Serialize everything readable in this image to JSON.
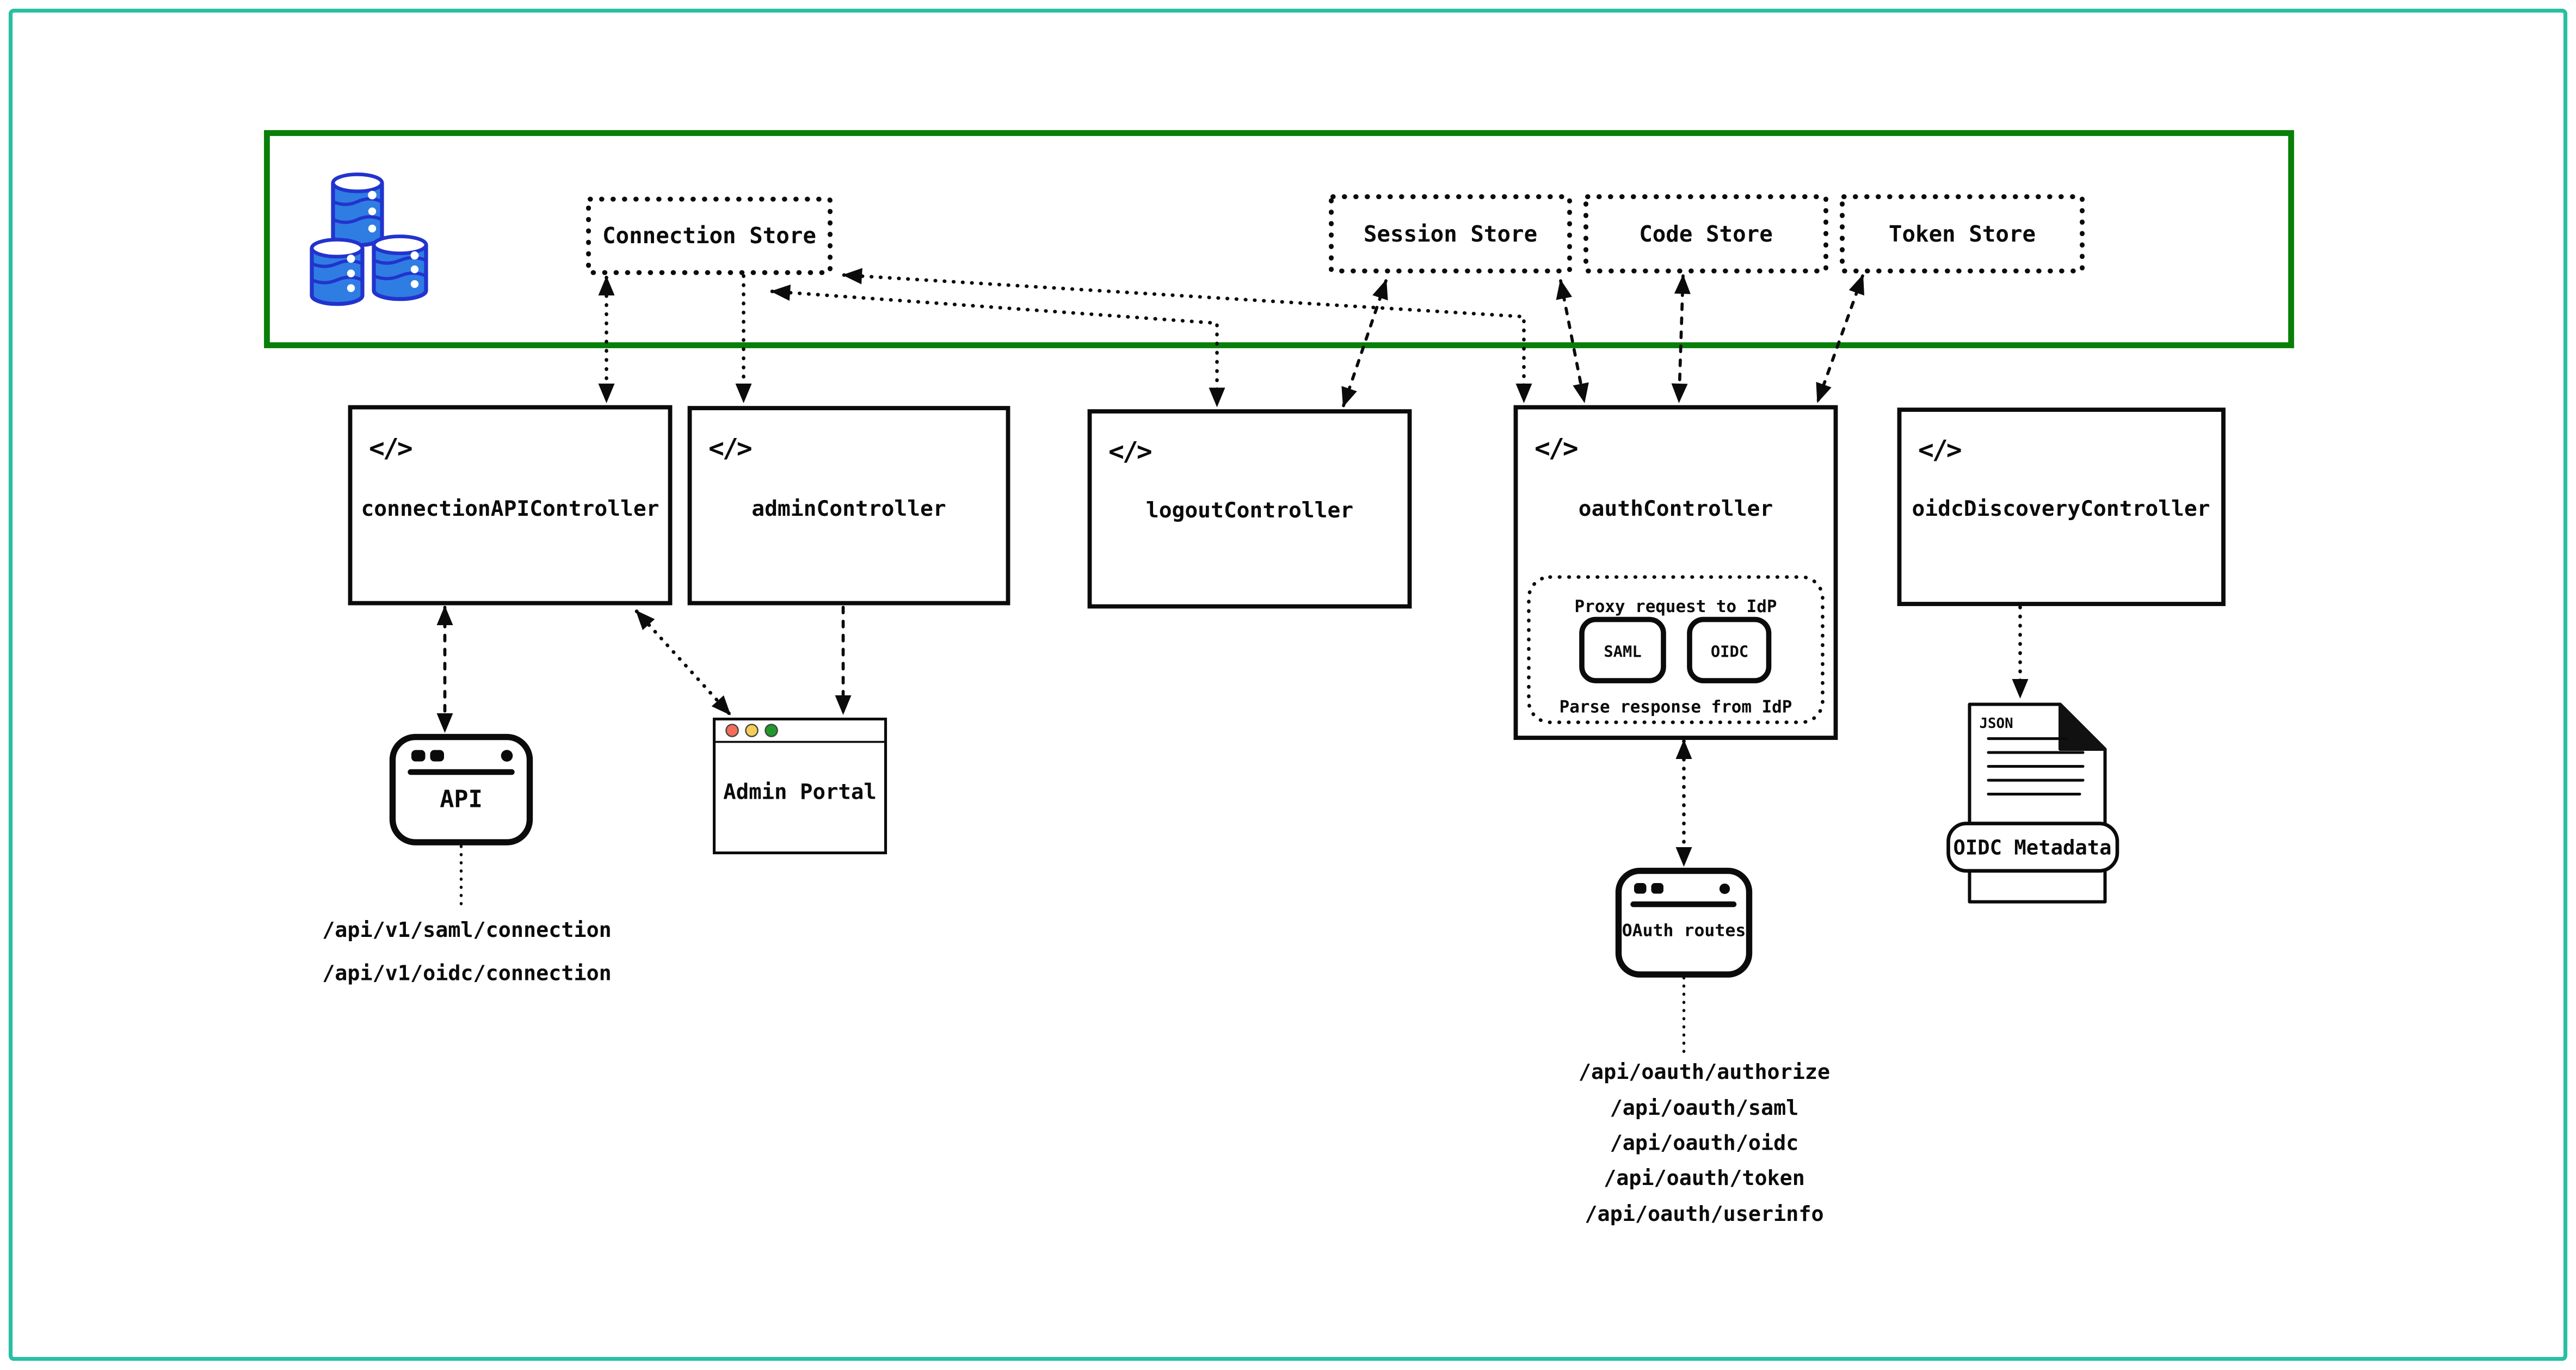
{
  "colors": {
    "outer_border": "#29bfa4",
    "zone_border": "#087f08",
    "db_fill": "#2f7de3",
    "db_stroke": "#2233ce",
    "traffic_red": "#f56c5b",
    "traffic_yellow": "#f5ce58",
    "traffic_green": "#1f9929",
    "line": "#0b0b0b"
  },
  "icons": {
    "code_glyph": "</>",
    "database": "database-cylinders",
    "browser_window": "browser-window",
    "json_document": "json-document"
  },
  "stores": {
    "connection": {
      "label": "Connection Store"
    },
    "session": {
      "label": "Session Store"
    },
    "code": {
      "label": "Code Store"
    },
    "token": {
      "label": "Token Store"
    }
  },
  "controllers": {
    "connection_api": {
      "label": "connectionAPIController"
    },
    "admin": {
      "label": "adminController"
    },
    "logout": {
      "label": "logoutController"
    },
    "oauth": {
      "label": "oauthController",
      "proxy_note": "Proxy request to IdP",
      "parse_note": "Parse response from IdP",
      "protocols": [
        "SAML",
        "OIDC"
      ]
    },
    "oidc_discovery": {
      "label": "oidcDiscoveryController"
    }
  },
  "clients": {
    "api": {
      "label": "API",
      "endpoints": [
        "/api/v1/saml/connection",
        "/api/v1/oidc/connection"
      ]
    },
    "admin_portal": {
      "label": "Admin Portal"
    },
    "oauth_routes": {
      "label": "OAuth routes",
      "endpoints": [
        "/api/oauth/authorize",
        "/api/oauth/saml",
        "/api/oauth/oidc",
        "/api/oauth/token",
        "/api/oauth/userinfo"
      ]
    },
    "oidc_metadata": {
      "label": "OIDC Metadata",
      "file_type": "JSON"
    }
  }
}
